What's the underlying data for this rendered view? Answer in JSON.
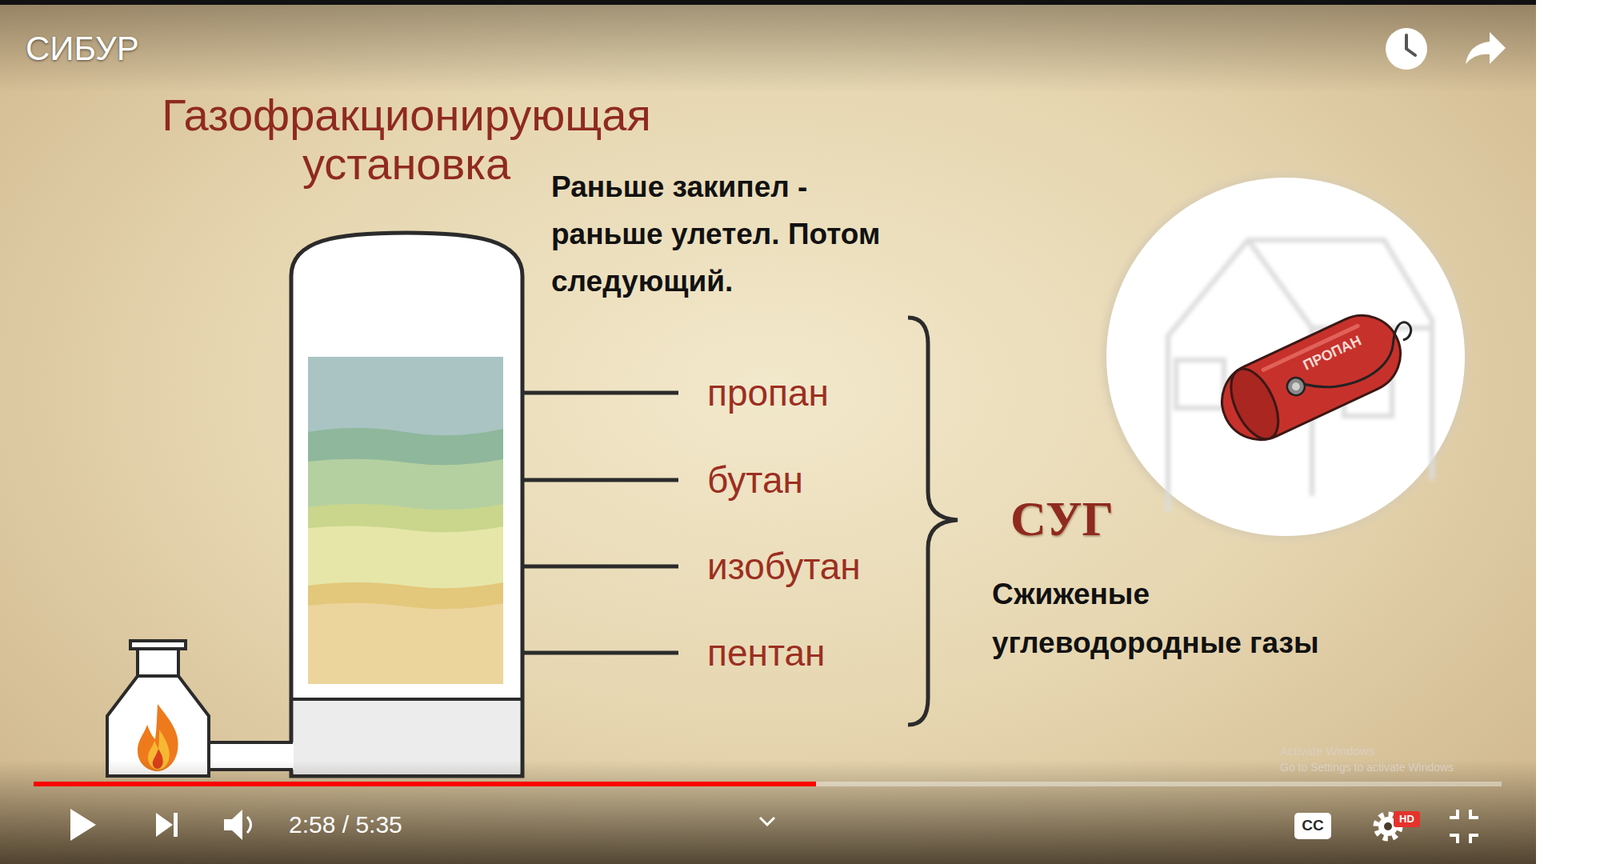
{
  "diagram": {
    "title": "Газофракционирующая установка",
    "nodes": [
      {
        "text": [
          "ПРОПАН"
        ]
      },
      {
        "text": [
          "CC"
        ]
      },
      {
        "text": [
          "HD"
        ]
      }
    ],
    "labels": [
      "СИБУР",
      "Раньше закипел - раньше улетел. Потом следующий.",
      "пропан",
      "бутан",
      "изобутан",
      "пентан",
      "СУГ",
      "Сжиженые углеводородные газы",
      "2:58 / 5:35",
      "Activate Windows",
      "Go to Settings to activate Windows"
    ]
  }
}
